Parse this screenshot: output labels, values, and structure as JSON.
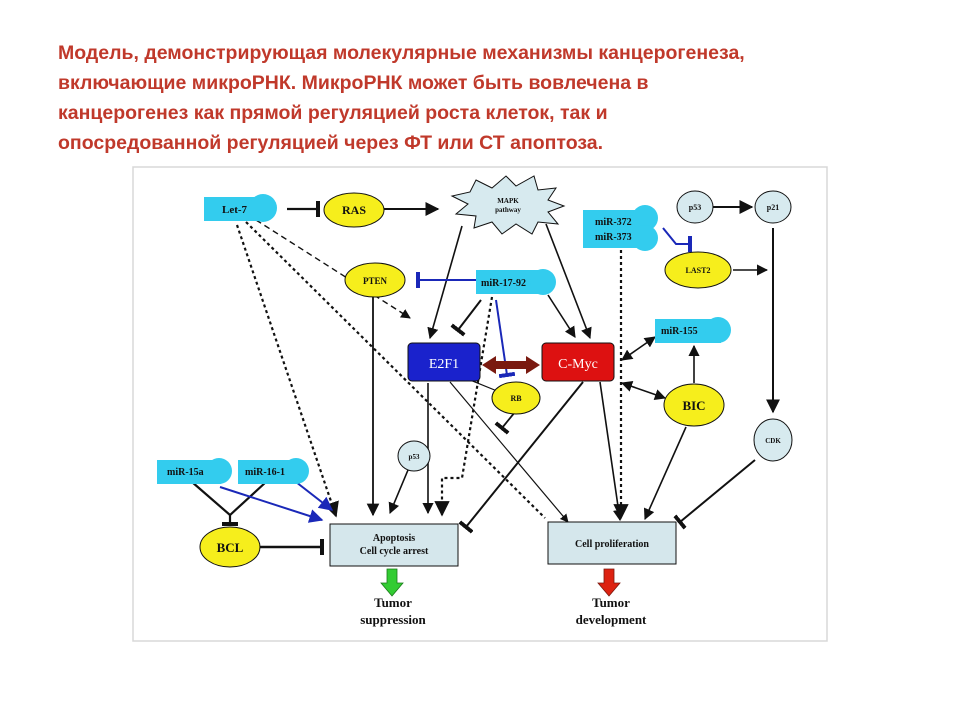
{
  "slide": {
    "title_lines": [
      "Модель, демонстрирующая молекулярные механизмы канцерогенеза,",
      "включающие микроРНК.  МикроРНК может быть вовлечена в",
      "канцерогенез как прямой регуляцией роста клеток, так и",
      "опосредованной регуляцией через ФТ или СТ апоптоза."
    ]
  },
  "diagram": {
    "nodes": {
      "let7": "Let-7",
      "ras": "RAS",
      "mapk_1": "MAPK",
      "mapk_2": "pathway",
      "p53_top": "p53",
      "p21": "p21",
      "mir372": "miR-372",
      "mir373": "miR-373",
      "last2": "LAST2",
      "pten": "PTEN",
      "mir1792": "miR-17-92",
      "mir155": "miR-155",
      "e2f1": "E2F1",
      "cmyc": "C-Myc",
      "rb": "RB",
      "bic": "BIC",
      "cdk": "CDK",
      "p53_mid": "p53",
      "mir15a": "miR-15a",
      "mir161": "miR-16-1",
      "bcl": "BCL",
      "apoptosis_1": "Apoptosis",
      "apoptosis_2": "Cell cycle arrest",
      "proliferation": "Cell proliferation",
      "tumor_supp_1": "Tumor",
      "tumor_supp_2": "suppression",
      "tumor_dev_1": "Tumor",
      "tumor_dev_2": "development"
    },
    "colors": {
      "title": "#c0392b",
      "cyan": "#33ccee",
      "yellow": "#f6ee1c",
      "e2f1": "#1a22cc",
      "cmyc": "#dd1111",
      "box": "#d5e7ec",
      "blue_line": "#1a28b8",
      "green_arrow": "#33cc33",
      "red_arrow": "#dd2211",
      "double_arrow": "#7a1a10",
      "frame": "#d8d8d8"
    }
  }
}
